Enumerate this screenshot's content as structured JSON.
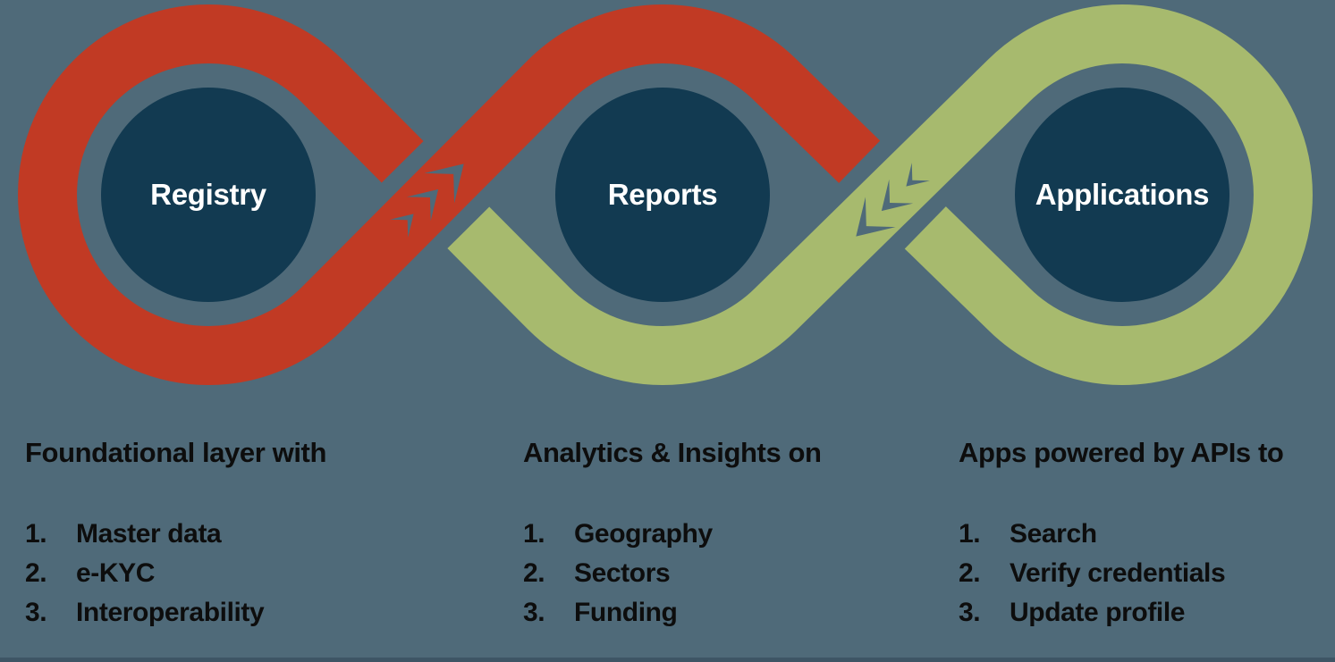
{
  "diagram": {
    "title": "registry-reports-applications-infinity-loop",
    "nodes": [
      {
        "label": "Registry"
      },
      {
        "label": "Reports"
      },
      {
        "label": "Applications"
      }
    ],
    "flows": [
      {
        "name": "registry-to-reports",
        "direction": "up-right",
        "chevron_count": 3,
        "band_color": "red"
      },
      {
        "name": "applications-to-reports",
        "direction": "down-left",
        "chevron_count": 3,
        "band_color": "green"
      }
    ],
    "colors": {
      "background": "#4f6a79",
      "red_loop": "#c13a24",
      "green_loop": "#a7ba6e",
      "node_fill": "#123a51",
      "node_text": "#ffffff",
      "body_text": "#0d0d0d",
      "bottom_edge": "#3e5565"
    }
  },
  "list_markers": [
    "1.",
    "2.",
    "3."
  ],
  "columns": [
    {
      "heading": "Foundational layer with",
      "items": [
        "Master data",
        "e-KYC",
        "Interoperability"
      ]
    },
    {
      "heading": "Analytics & Insights on",
      "items": [
        "Geography",
        "Sectors",
        "Funding"
      ]
    },
    {
      "heading": "Apps powered by APIs to",
      "items": [
        "Search",
        "Verify credentials",
        "Update profile"
      ]
    }
  ]
}
